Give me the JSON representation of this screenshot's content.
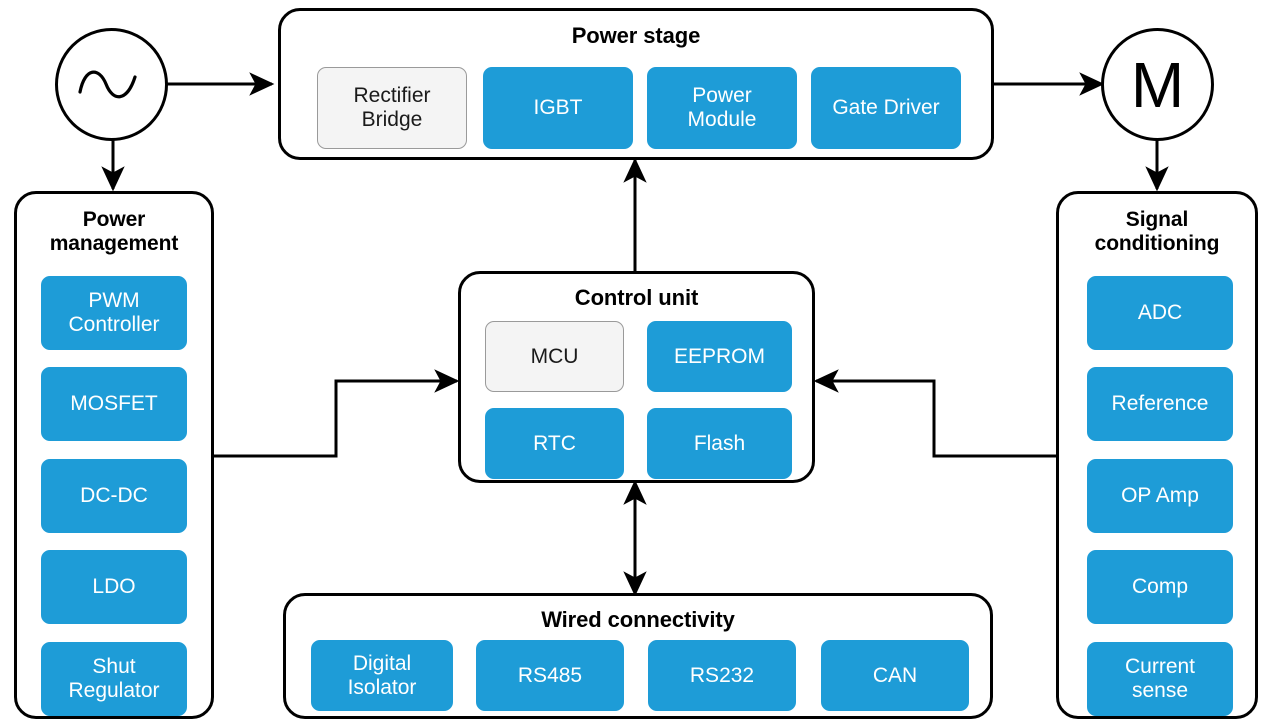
{
  "diagram": {
    "title_text": "",
    "accent_blue": "#1e9cd7",
    "neutral_grey": "#f4f4f4",
    "line_color": "#000000"
  },
  "symbols": {
    "ac_source": {
      "name": "ac-source",
      "glyph": "sine-wave"
    },
    "motor": {
      "name": "motor",
      "label": "M"
    }
  },
  "groups": {
    "power_stage": {
      "title": "Power stage",
      "blocks": [
        {
          "label": "Rectifier\nBridge",
          "style": "grey"
        },
        {
          "label": "IGBT",
          "style": "blue"
        },
        {
          "label": "Power\nModule",
          "style": "blue"
        },
        {
          "label": "Gate Driver",
          "style": "blue"
        }
      ]
    },
    "power_management": {
      "title": "Power\nmanagement",
      "blocks": [
        {
          "label": "PWM\nController",
          "style": "blue"
        },
        {
          "label": "MOSFET",
          "style": "blue"
        },
        {
          "label": "DC-DC",
          "style": "blue"
        },
        {
          "label": "LDO",
          "style": "blue"
        },
        {
          "label": "Shut\nRegulator",
          "style": "blue"
        }
      ]
    },
    "control_unit": {
      "title": "Control unit",
      "blocks": [
        {
          "label": "MCU",
          "style": "grey"
        },
        {
          "label": "EEPROM",
          "style": "blue"
        },
        {
          "label": "RTC",
          "style": "blue"
        },
        {
          "label": "Flash",
          "style": "blue"
        }
      ]
    },
    "signal_conditioning": {
      "title": "Signal\nconditioning",
      "blocks": [
        {
          "label": "ADC",
          "style": "blue"
        },
        {
          "label": "Reference",
          "style": "blue"
        },
        {
          "label": "OP Amp",
          "style": "blue"
        },
        {
          "label": "Comp",
          "style": "blue"
        },
        {
          "label": "Current\nsense",
          "style": "blue"
        }
      ]
    },
    "wired_connectivity": {
      "title": "Wired connectivity",
      "blocks": [
        {
          "label": "Digital\nIsolator",
          "style": "blue"
        },
        {
          "label": "RS485",
          "style": "blue"
        },
        {
          "label": "RS232",
          "style": "blue"
        },
        {
          "label": "CAN",
          "style": "blue"
        }
      ]
    }
  },
  "connectors": [
    {
      "name": "ac-to-power-stage",
      "from": "ac_source",
      "to": "power_stage",
      "arrows": "one-way"
    },
    {
      "name": "ac-to-power-management",
      "from": "ac_source",
      "to": "power_management",
      "arrows": "one-way"
    },
    {
      "name": "power-stage-to-motor",
      "from": "power_stage",
      "to": "motor",
      "arrows": "one-way"
    },
    {
      "name": "motor-to-signal-conditioning",
      "from": "motor",
      "to": "signal_conditioning",
      "arrows": "one-way"
    },
    {
      "name": "control-unit-to-power-stage",
      "from": "control_unit",
      "to": "power_stage",
      "arrows": "one-way"
    },
    {
      "name": "power-management-to-control-unit",
      "from": "power_management",
      "to": "control_unit",
      "arrows": "one-way"
    },
    {
      "name": "signal-conditioning-to-control-unit",
      "from": "signal_conditioning",
      "to": "control_unit",
      "arrows": "one-way"
    },
    {
      "name": "control-unit-to-wired-connectivity",
      "from": "control_unit",
      "to": "wired_connectivity",
      "arrows": "two-way"
    }
  ]
}
